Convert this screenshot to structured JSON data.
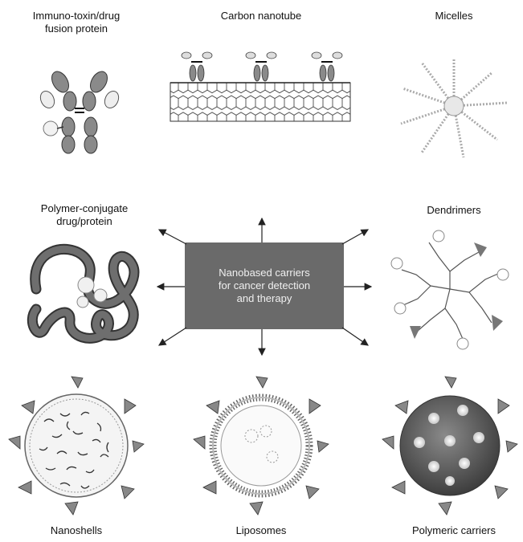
{
  "center": {
    "text": "Nanobased carriers\nfor cancer detection\nand therapy"
  },
  "labels": {
    "immunotoxin": "Immuno-toxin/drug\nfusion protein",
    "nanotube": "Carbon nanotube",
    "micelles": "Micelles",
    "polymer_conjugate": "Polymer-conjugate\ndrug/protein",
    "dendrimers": "Dendrimers",
    "nanoshells": "Nanoshells",
    "liposomes": "Liposomes",
    "polymeric_carriers": "Polymeric carriers"
  },
  "colors": {
    "box": "#6a6a6a",
    "dark": "#4a4a4a",
    "mid": "#9a9a9a",
    "light": "#d8d8d8"
  }
}
